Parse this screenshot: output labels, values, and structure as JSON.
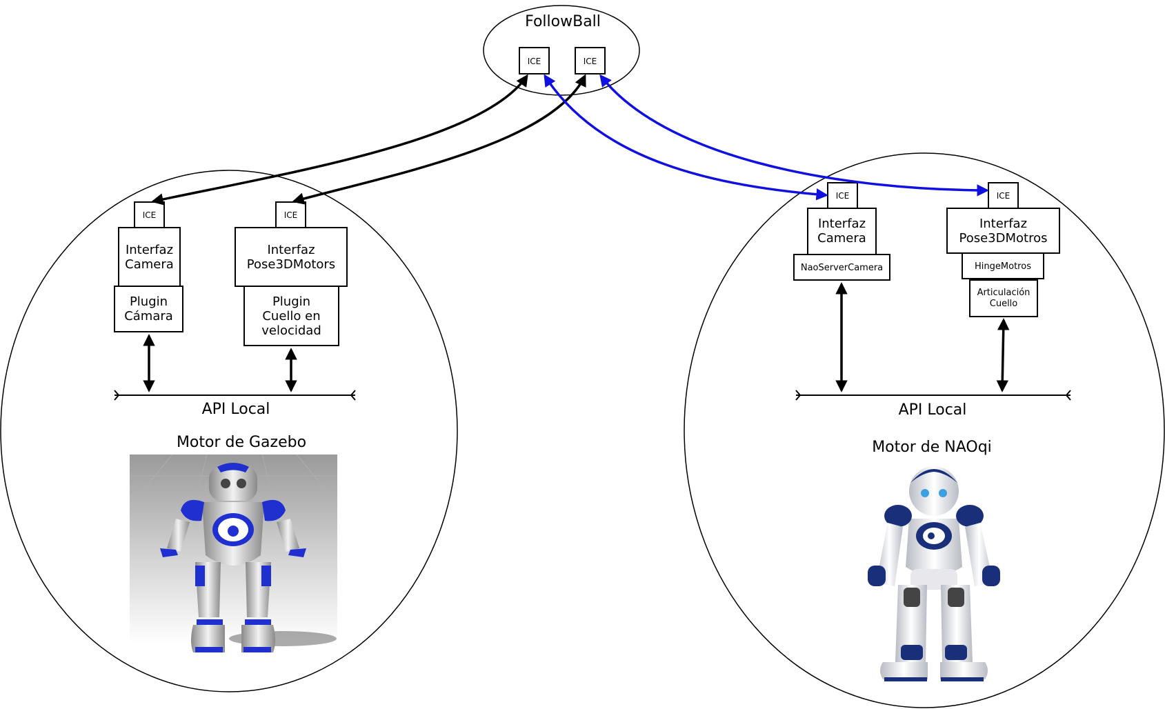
{
  "colors": {
    "line": "#000000",
    "ice_link_gazebo": "#000000",
    "ice_link_naoqi": "#1010e0",
    "robot_blue": "#1f2fd0",
    "nao_blue": "#1a2f7a"
  },
  "followball": {
    "title": "FollowBall",
    "ice_left": "ICE",
    "ice_right": "ICE"
  },
  "gazebo": {
    "camera": {
      "ice": "ICE",
      "interface_line1": "Interfaz",
      "interface_line2": "Camera",
      "plugin_line1": "Plugin",
      "plugin_line2": "Cámara"
    },
    "motors": {
      "ice": "ICE",
      "interface_line1": "Interfaz",
      "interface_line2": "Pose3DMotors",
      "plugin_line1": "Plugin",
      "plugin_line2": "Cuello en",
      "plugin_line3": "velocidad"
    },
    "api_label": "API Local",
    "engine_label": "Motor de Gazebo"
  },
  "naoqi": {
    "camera": {
      "ice": "ICE",
      "interface_line1": "Interfaz",
      "interface_line2": "Camera",
      "server": "NaoServerCamera"
    },
    "motors": {
      "ice": "ICE",
      "interface_line1": "Interfaz",
      "interface_line2": "Pose3DMotros",
      "hinge": "HingeMotros",
      "joint_line1": "Articulación",
      "joint_line2": "Cuello"
    },
    "api_label": "API Local",
    "engine_label": "Motor de NAOqi"
  }
}
